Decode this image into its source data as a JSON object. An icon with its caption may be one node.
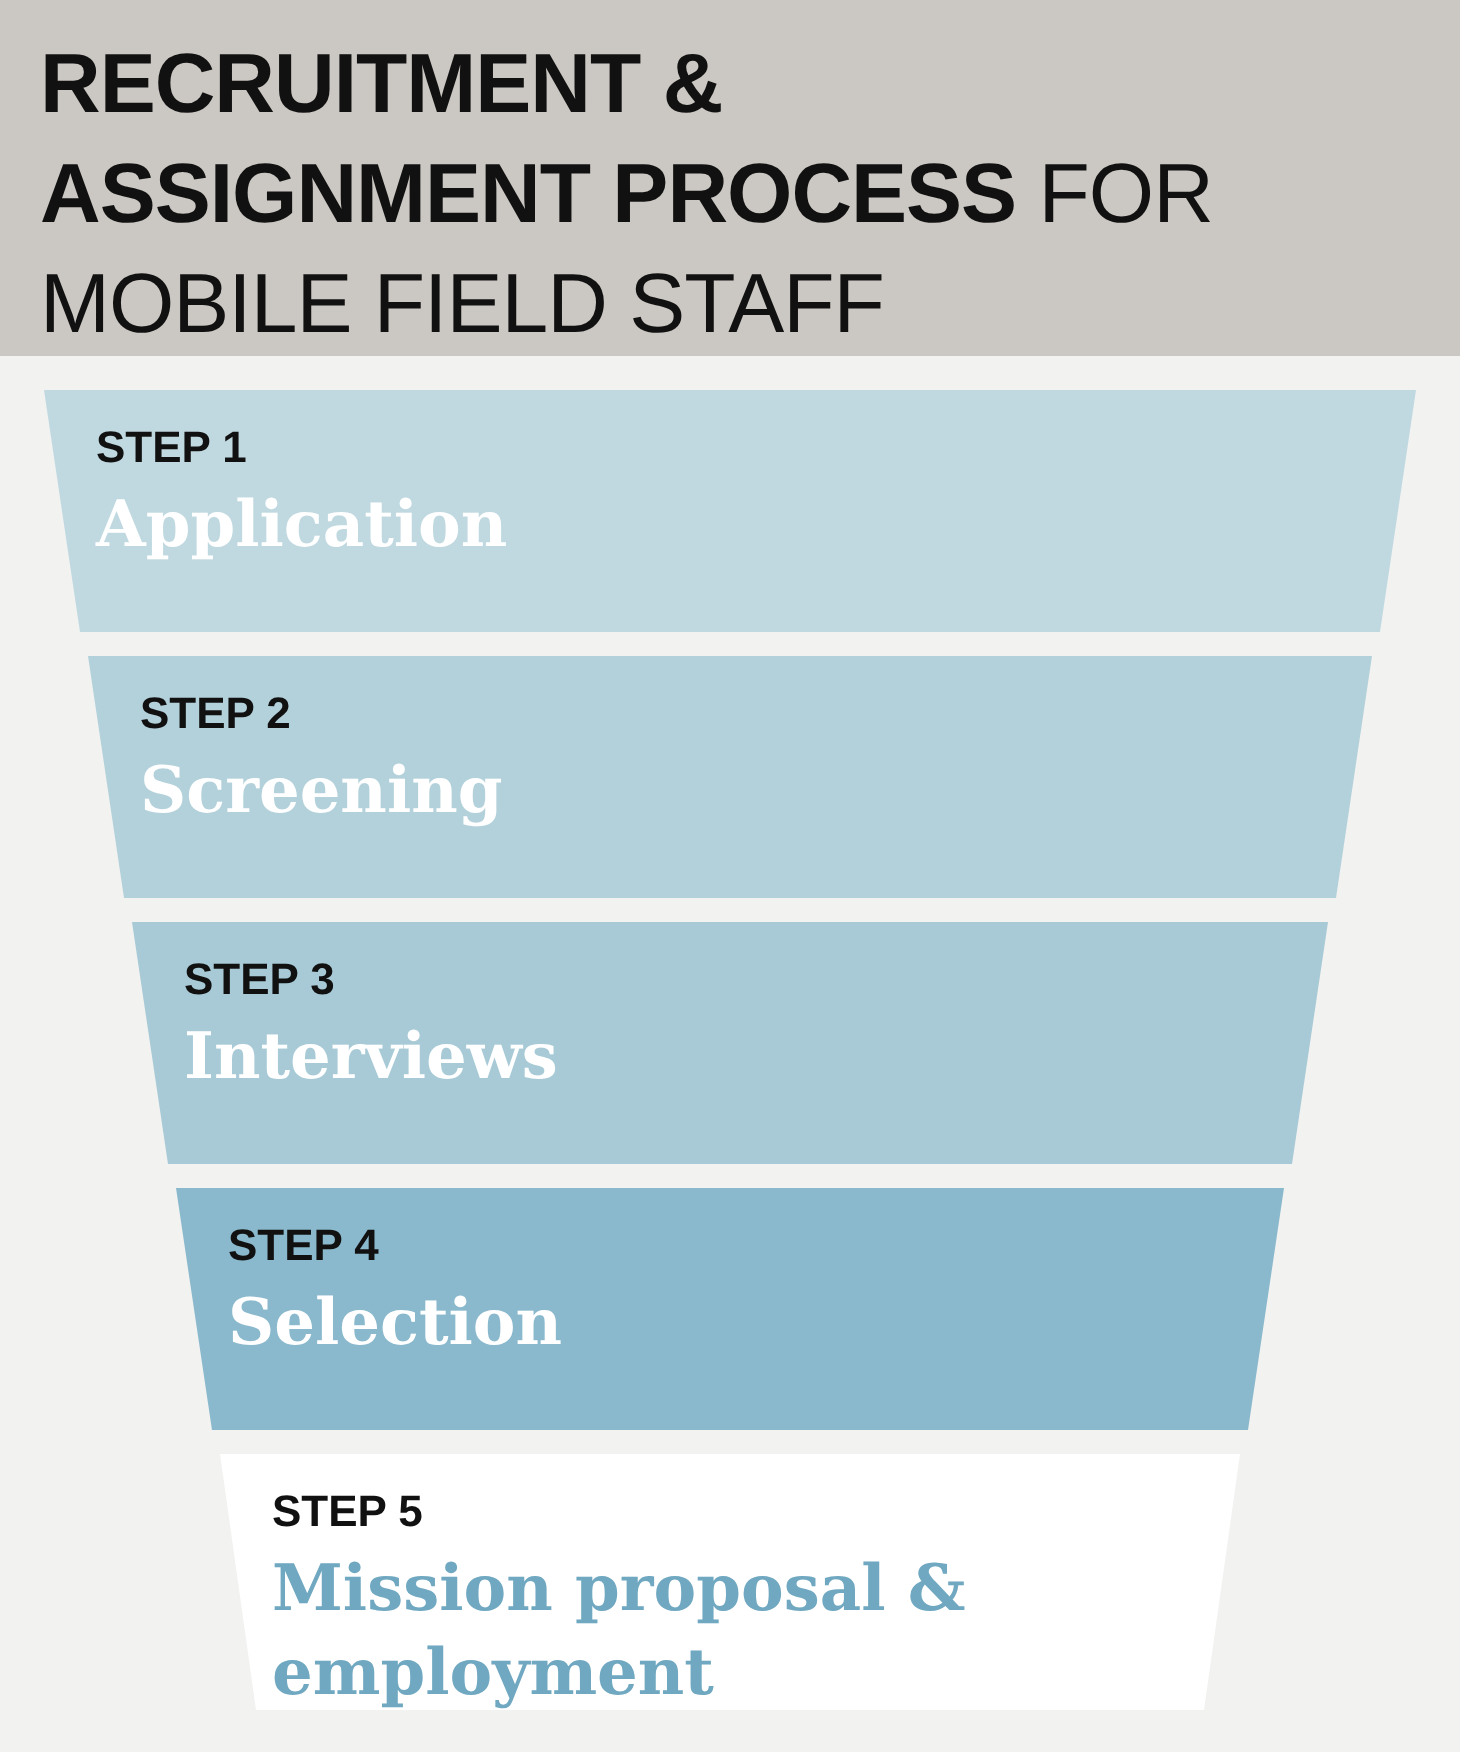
{
  "diagram": {
    "title": "**RECRUITMENT & ASSIGNMENT PROCESS** FOR MOBILE FIELD STAFF",
    "nodes": [
      {
        "text": [
          "STEP 1",
          "Application"
        ]
      },
      {
        "text": [
          "STEP 2",
          "Screening"
        ]
      },
      {
        "text": [
          "STEP 3",
          "Interviews"
        ]
      },
      {
        "text": [
          "STEP 4",
          "Selection"
        ]
      },
      {
        "text": [
          "STEP 5",
          "Mission proposal & employment"
        ]
      }
    ]
  }
}
